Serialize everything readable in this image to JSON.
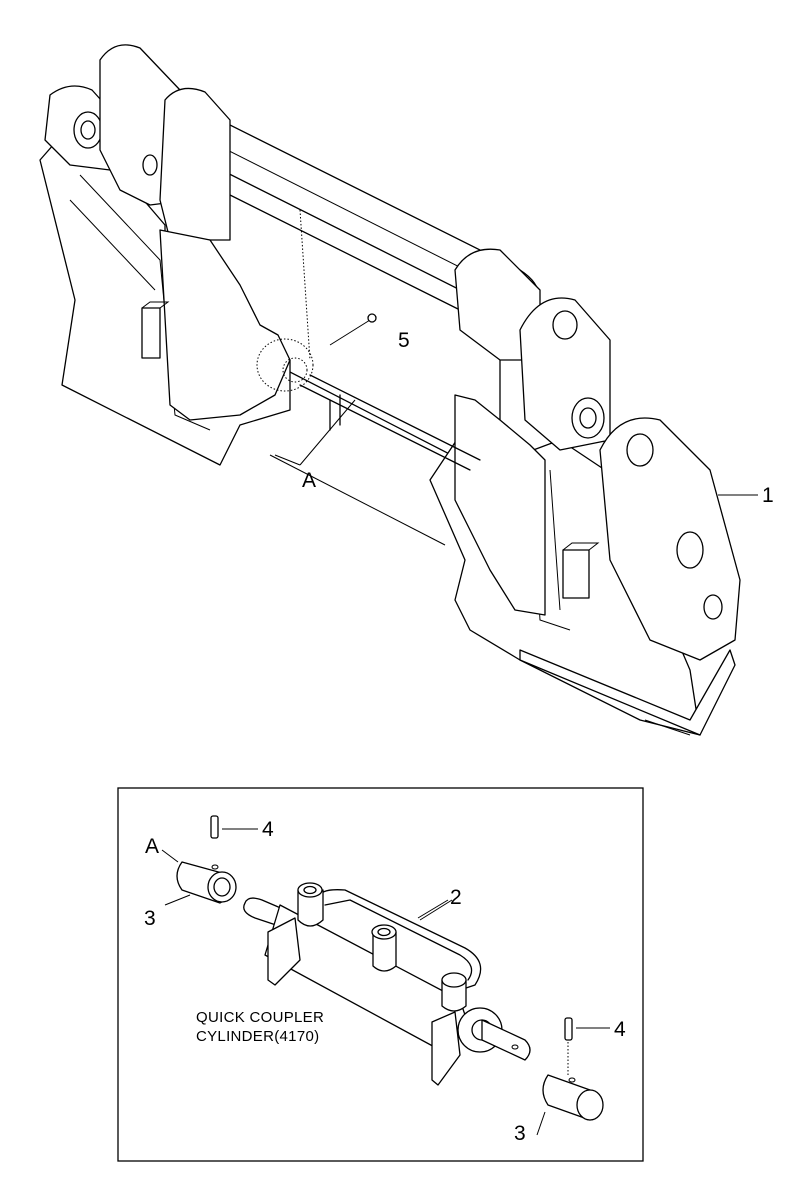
{
  "callouts": {
    "main_frame": "1",
    "cylinder": "2",
    "pin": "3",
    "roll_pin": "4",
    "grease_nipple": "5",
    "view_ref_top": "A",
    "view_ref_detail": "A",
    "pin_lower": "3",
    "roll_pin_lower": "4"
  },
  "detail_caption": {
    "line1": "QUICK COUPLER",
    "line2": "CYLINDER(4170)"
  }
}
